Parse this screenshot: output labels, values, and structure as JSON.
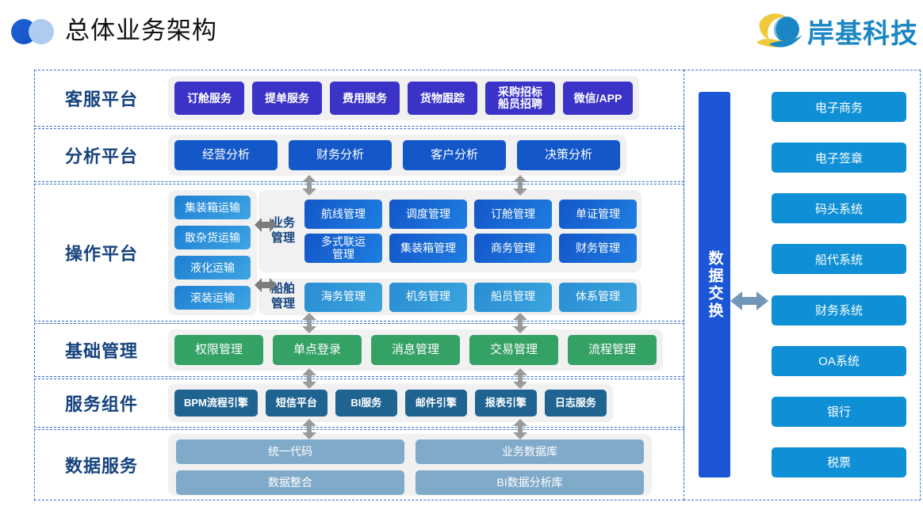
{
  "header": {
    "title": "总体业务架构",
    "title_icon": "two-circles-icon",
    "logo_text": "岸基科技",
    "logo_icon": "wave-circle-logo-icon"
  },
  "colors": {
    "service_chip": "#3b32c8",
    "analysis_chip": "#1357c8",
    "operation_chip": "#1356c9",
    "ship_chip": "#2a8ed2",
    "base_chip": "#34a165",
    "component_chip": "#1f6391",
    "data_chip": "#80aac9",
    "exchange_bar": "#1c56d6",
    "external_chip": "#0e8fd6",
    "row_border": "#2f6fd0",
    "label_text": "#16437e",
    "tray_bg": "#f1f1f1",
    "logo_blue": "#1a86c4"
  },
  "rows": [
    {
      "label": "客服平台",
      "items": [
        "订舱服务",
        "提单服务",
        "费用服务",
        "货物跟踪",
        "采购招标\n船员招聘",
        "微信/APP"
      ]
    },
    {
      "label": "分析平台",
      "items": [
        "经营分析",
        "财务分析",
        "客户分析",
        "决策分析"
      ]
    },
    {
      "label": "操作平台",
      "transport_types": [
        "集装箱运输",
        "散杂货运输",
        "液化运输",
        "滚装运输"
      ],
      "groups": [
        {
          "label": "业务\n管理",
          "lines": [
            [
              "航线管理",
              "调度管理",
              "订舱管理",
              "单证管理"
            ],
            [
              "多式联运\n管理",
              "集装箱管理",
              "商务管理",
              "财务管理"
            ]
          ]
        },
        {
          "label": "船舶\n管理",
          "lines": [
            [
              "海务管理",
              "机务管理",
              "船员管理",
              "体系管理"
            ]
          ]
        }
      ]
    },
    {
      "label": "基础管理",
      "items": [
        "权限管理",
        "单点登录",
        "消息管理",
        "交易管理",
        "流程管理"
      ]
    },
    {
      "label": "服务组件",
      "items": [
        "BPM流程引擎",
        "短信平台",
        "BI服务",
        "邮件引擎",
        "报表引擎",
        "日志服务"
      ]
    },
    {
      "label": "数据服务",
      "lines": [
        [
          "统一代码",
          "业务数据库"
        ],
        [
          "数据整合",
          "BI数据分析库"
        ]
      ]
    }
  ],
  "right_panel": {
    "exchange_label": "数据交换",
    "arrow_icon": "double-arrow-horizontal-icon",
    "external_systems": [
      "电子商务",
      "电子签章",
      "码头系统",
      "船代系统",
      "财务系统",
      "OA系统",
      "银行",
      "税票"
    ]
  }
}
